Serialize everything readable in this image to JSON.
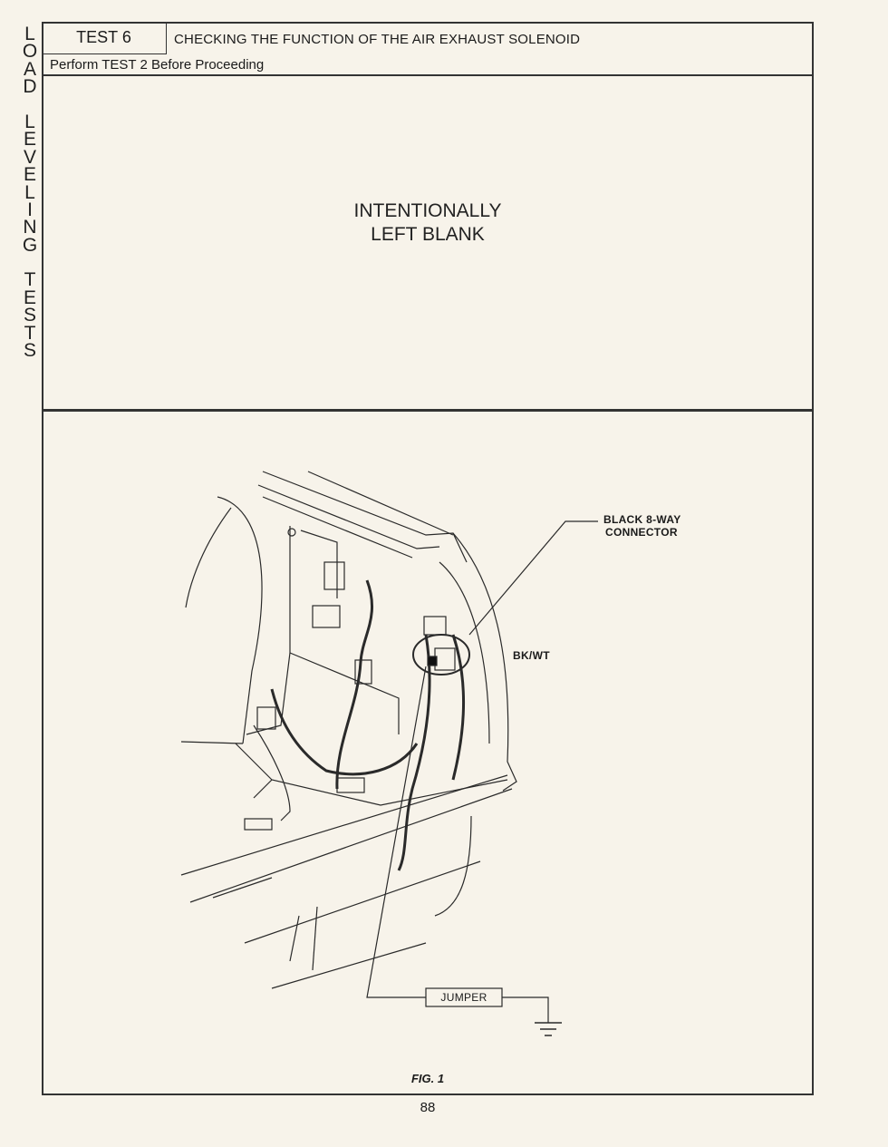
{
  "side_title": [
    "L",
    "O",
    "A",
    "D",
    "",
    "L",
    "E",
    "V",
    "E",
    "L",
    "I",
    "N",
    "G",
    "",
    "T",
    "E",
    "S",
    "T",
    "S"
  ],
  "header": {
    "test_label": "TEST 6",
    "title": "CHECKING THE FUNCTION OF THE AIR EXHAUST SOLENOID",
    "subtitle": "Perform TEST 2 Before Proceeding"
  },
  "blank": {
    "line1": "INTENTIONALLY",
    "line2": "LEFT BLANK"
  },
  "figure": {
    "callout_connector_1": "BLACK 8-WAY",
    "callout_connector_2": "CONNECTOR",
    "callout_wire": "BK/WT",
    "jumper_label": "JUMPER",
    "caption": "FIG. 1"
  },
  "page_number": "88"
}
